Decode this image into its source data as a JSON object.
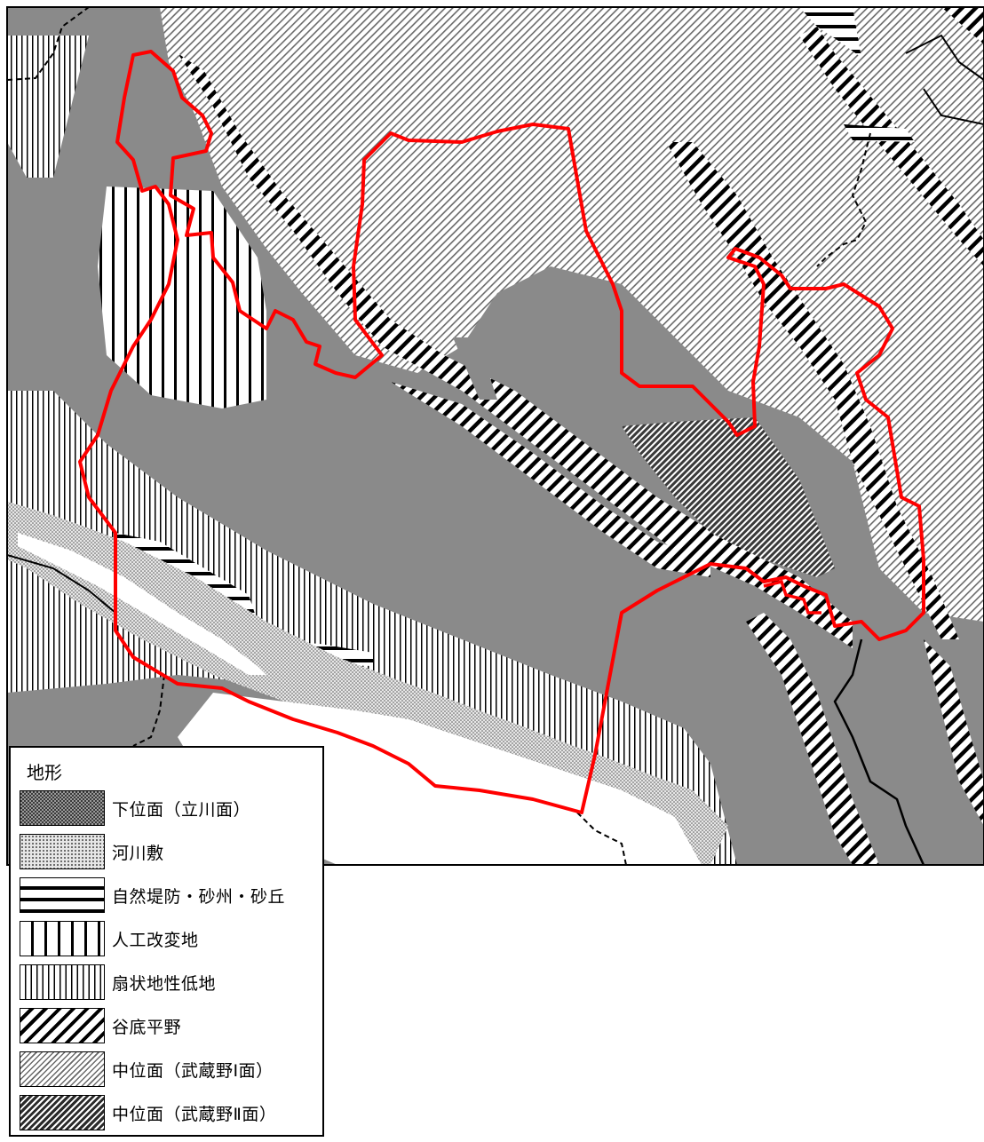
{
  "legend": {
    "title": "地形",
    "items": [
      {
        "label": "下位面（立川面）",
        "pattern": "crosshatch-dense"
      },
      {
        "label": "河川敷",
        "pattern": "dots"
      },
      {
        "label": "自然堤防・砂州・砂丘",
        "pattern": "horizontal-bold"
      },
      {
        "label": "人工改変地",
        "pattern": "vertical-bold"
      },
      {
        "label": "扇状地性低地",
        "pattern": "vertical-thin"
      },
      {
        "label": "谷底平野",
        "pattern": "diagonal-bold"
      },
      {
        "label": "中位面（武蔵野Ⅰ面）",
        "pattern": "diagonal-fine"
      },
      {
        "label": "中位面（武蔵野Ⅱ面）",
        "pattern": "diagonal-dense"
      }
    ]
  },
  "colors": {
    "boundary": "#ff0000",
    "lowland_gray": "#8a8a8a",
    "river": "#ffffff",
    "border_line": "#000000"
  }
}
